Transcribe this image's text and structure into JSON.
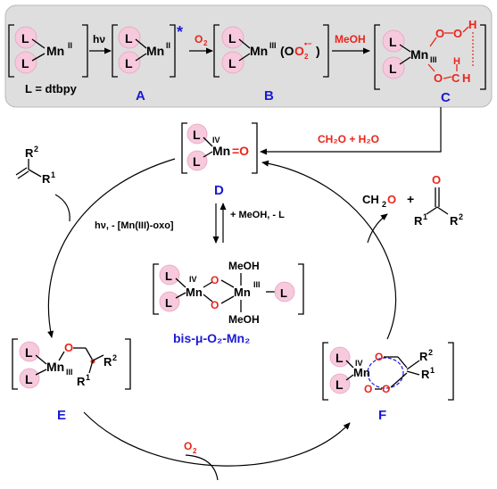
{
  "ligand_symbol": "L",
  "ligand_definition": "L = dtbpy",
  "metal": "Mn",
  "ox": {
    "II": "II",
    "III": "III",
    "IV": "IV"
  },
  "top_row": {
    "step1_label": "hν",
    "excited_mark": "*",
    "step2_label": "O",
    "step2_sub": "2",
    "step3_label": "MeOH",
    "superoxo_prefix": "(O",
    "superoxo_sub": "2",
    "superoxo_charge": "•−",
    "superoxo_close": ")",
    "names": {
      "A": "A",
      "B": "B",
      "C": "C"
    }
  },
  "c_atoms": {
    "O": "O",
    "H": "H",
    "C": "C"
  },
  "byproduct": "CH₂O + H₂O",
  "cycle": {
    "D_name": "D",
    "E_name": "E",
    "F_name": "F",
    "oxo": "=O",
    "alkene_R1": "R",
    "alkene_R2": "R",
    "R1_sup": "1",
    "R2_sup": "2",
    "dimer_left_label": "hν, - [Mn(III)-oxo]",
    "dimer_right_label": "+ MeOH, - L",
    "dimer_ligand": "MeOH",
    "dimer_name": "bis-μ-O₂-Mn₂",
    "o2_label": "O",
    "o2_sub": "2",
    "products_left": "CH",
    "products_left_sub": "2",
    "products_left_O": "O",
    "plus": "+",
    "ketone_O": "O",
    "ketone_R1": "R",
    "ketone_R2": "R"
  }
}
